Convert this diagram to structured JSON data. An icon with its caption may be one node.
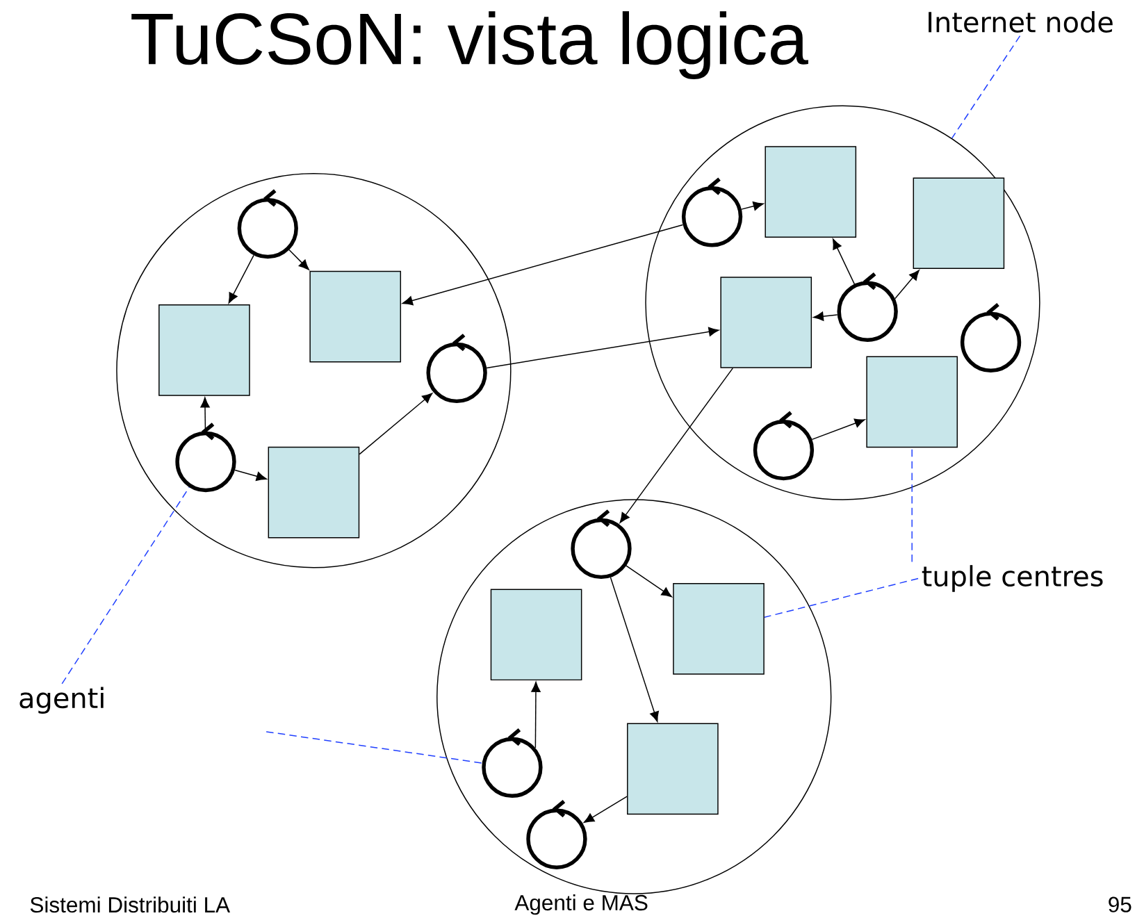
{
  "diagram": {
    "title": "TuCSoN: vista logica",
    "nodes": [
      {
        "text": [],
        "shape": "circle"
      },
      {
        "text": [],
        "shape": "circle"
      },
      {
        "text": [],
        "shape": "circle"
      },
      {
        "text": [],
        "shape": "circle",
        "in": 0
      },
      {
        "text": [],
        "shape": "box",
        "in": 0
      },
      {
        "text": [],
        "shape": "box",
        "in": 0
      },
      {
        "text": [],
        "shape": "circle",
        "in": 0
      },
      {
        "text": [],
        "shape": "circle",
        "in": 0
      },
      {
        "text": [],
        "shape": "box",
        "in": 0
      },
      {
        "text": [],
        "shape": "box",
        "in": 1
      },
      {
        "text": [],
        "shape": "circle",
        "in": 1
      },
      {
        "text": [],
        "shape": "box",
        "in": 1
      },
      {
        "text": [],
        "shape": "box",
        "in": 1
      },
      {
        "text": [],
        "shape": "circle",
        "in": 1
      },
      {
        "text": [],
        "shape": "circle",
        "in": 1
      },
      {
        "text": [],
        "shape": "box",
        "in": 1
      },
      {
        "text": [],
        "shape": "circle",
        "in": 1
      },
      {
        "text": [],
        "shape": "circle",
        "in": 2
      },
      {
        "text": [],
        "shape": "box",
        "in": 2
      },
      {
        "text": [],
        "shape": "box",
        "in": 2
      },
      {
        "text": [],
        "shape": "circle",
        "in": 2
      },
      {
        "text": [],
        "shape": "box",
        "in": 2
      },
      {
        "text": [],
        "shape": "circle",
        "in": 2
      },
      {
        "text": [
          "Internet node"
        ]
      },
      {
        "text": [
          "tuple centres"
        ]
      },
      {
        "text": [
          "agenti"
        ]
      }
    ],
    "edges": [
      {
        "from": 3,
        "to": 4,
        "arrow": "to"
      },
      {
        "from": 3,
        "to": 5,
        "arrow": "to"
      },
      {
        "from": 7,
        "to": 4,
        "arrow": "to"
      },
      {
        "from": 7,
        "to": 8,
        "arrow": "to"
      },
      {
        "from": 8,
        "to": 6,
        "arrow": "to"
      },
      {
        "from": 10,
        "to": 5,
        "arrow": "to"
      },
      {
        "from": 10,
        "to": 9,
        "arrow": "to"
      },
      {
        "from": 6,
        "to": 12,
        "arrow": "to"
      },
      {
        "from": 13,
        "to": 9,
        "arrow": "to"
      },
      {
        "from": 13,
        "to": 11,
        "arrow": "to"
      },
      {
        "from": 13,
        "to": 12,
        "arrow": "to"
      },
      {
        "from": 16,
        "to": 15,
        "arrow": "to"
      },
      {
        "from": 12,
        "to": 17,
        "arrow": "to"
      },
      {
        "from": 17,
        "to": 19,
        "arrow": "to"
      },
      {
        "from": 17,
        "to": 21,
        "arrow": "to"
      },
      {
        "from": 20,
        "to": 18,
        "arrow": "to"
      },
      {
        "from": 21,
        "to": 22,
        "arrow": "to"
      },
      {
        "from": 23,
        "to": 1,
        "arrow": "none",
        "style": "dashed",
        "color": "#1f3fff"
      },
      {
        "from": 24,
        "to": 15,
        "arrow": "none",
        "style": "dashed",
        "color": "#1f3fff"
      },
      {
        "from": 24,
        "to": 19,
        "arrow": "none",
        "style": "dashed",
        "color": "#1f3fff"
      },
      {
        "from": 25,
        "to": 7,
        "arrow": "none",
        "style": "dashed",
        "color": "#1f3fff"
      },
      {
        "from": null,
        "to": 20,
        "arrow": "none",
        "style": "dashed",
        "color": "#1f3fff"
      }
    ],
    "labels": [
      "Sistemi Distribuiti LA",
      "Agenti e MAS",
      "95"
    ]
  }
}
